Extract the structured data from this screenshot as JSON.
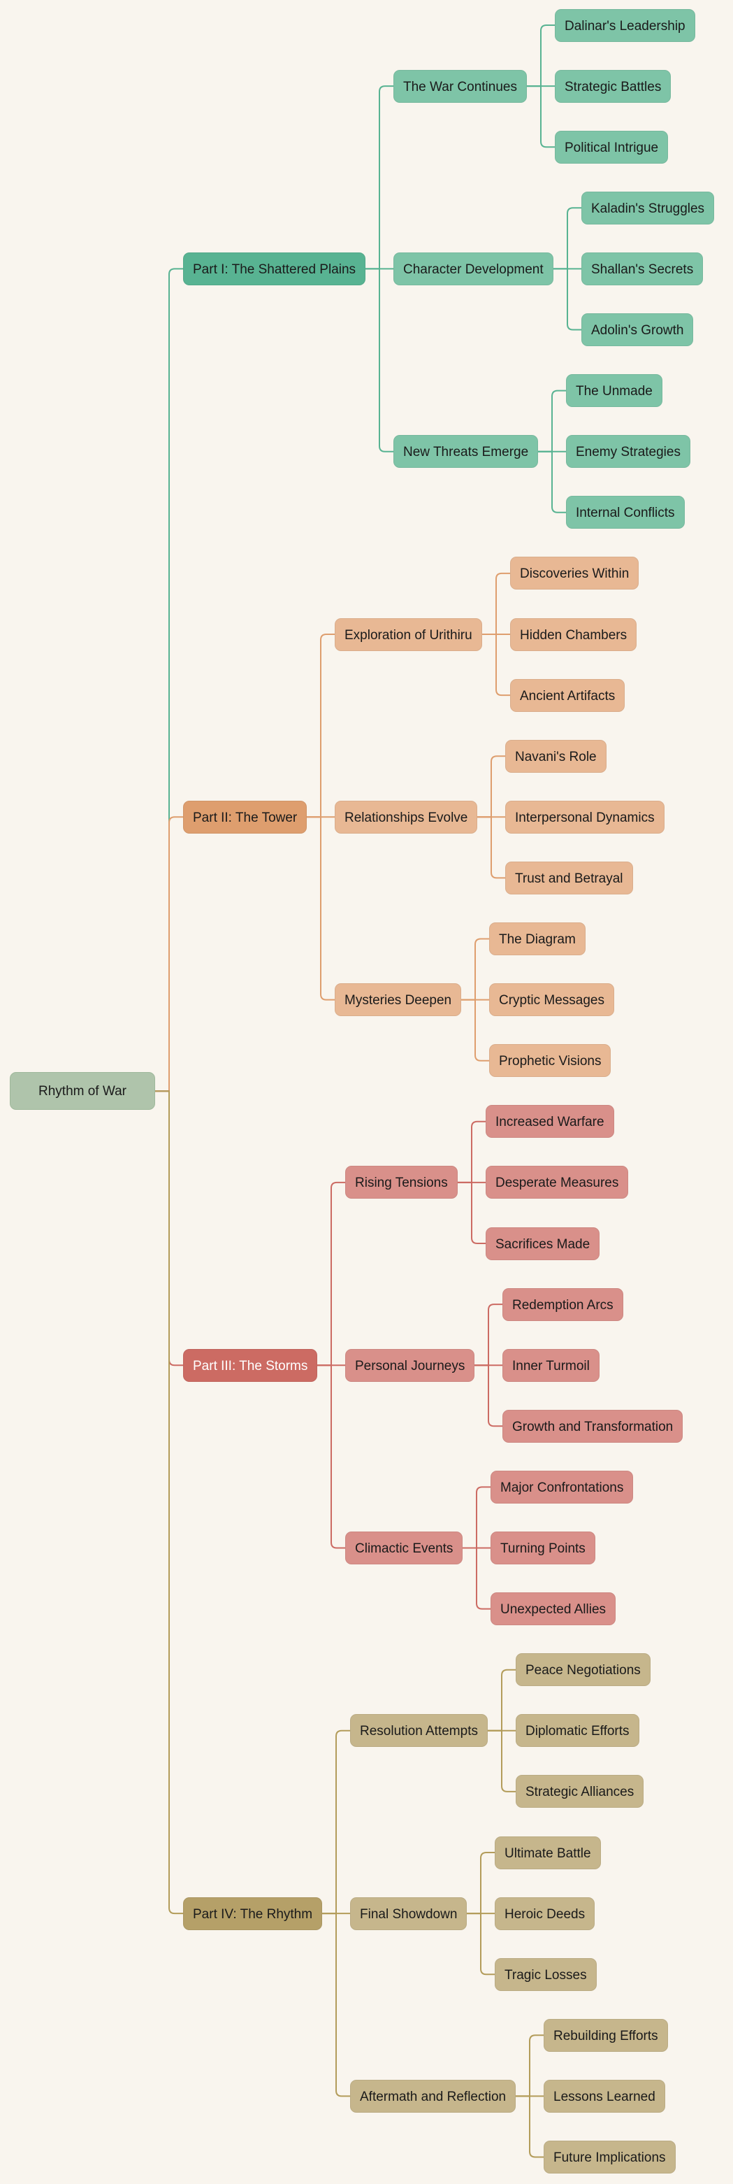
{
  "root": {
    "label": "Rhythm of War",
    "color": "#afc4ab",
    "border": "#9fb89b",
    "line": "#a8824f"
  },
  "parts": [
    {
      "label": "Part I: The Shattered Plains",
      "color": "#58b392",
      "sub_color": "#7ec4a7",
      "line": "#58b392",
      "text_color": "#1a1a1a",
      "children": [
        {
          "label": "The War Continues",
          "children": [
            "Dalinar's Leadership",
            "Strategic Battles",
            "Political Intrigue"
          ]
        },
        {
          "label": "Character Development",
          "children": [
            "Kaladin's Struggles",
            "Shallan's Secrets",
            "Adolin's Growth"
          ]
        },
        {
          "label": "New Threats Emerge",
          "children": [
            "The Unmade",
            "Enemy Strategies",
            "Internal Conflicts"
          ]
        }
      ]
    },
    {
      "label": "Part II: The Tower",
      "color": "#de9e6e",
      "sub_color": "#e8b894",
      "line": "#de9e6e",
      "text_color": "#1a1a1a",
      "children": [
        {
          "label": "Exploration of Urithiru",
          "children": [
            "Discoveries Within",
            "Hidden Chambers",
            "Ancient Artifacts"
          ]
        },
        {
          "label": "Relationships Evolve",
          "children": [
            "Navani's Role",
            "Interpersonal Dynamics",
            "Trust and Betrayal"
          ]
        },
        {
          "label": "Mysteries Deepen",
          "children": [
            "The Diagram",
            "Cryptic Messages",
            "Prophetic Visions"
          ]
        }
      ]
    },
    {
      "label": "Part III: The Storms",
      "color": "#cc6b63",
      "sub_color": "#d9908a",
      "line": "#cc6b63",
      "text_color": "#ffffff",
      "children": [
        {
          "label": "Rising Tensions",
          "children": [
            "Increased Warfare",
            "Desperate Measures",
            "Sacrifices Made"
          ]
        },
        {
          "label": "Personal Journeys",
          "children": [
            "Redemption Arcs",
            "Inner Turmoil",
            "Growth and Transformation"
          ]
        },
        {
          "label": "Climactic Events",
          "children": [
            "Major Confrontations",
            "Turning Points",
            "Unexpected Allies"
          ]
        }
      ]
    },
    {
      "label": "Part IV: The Rhythm",
      "color": "#b5a068",
      "sub_color": "#c6b68c",
      "line": "#b39c5a",
      "text_color": "#1a1a1a",
      "children": [
        {
          "label": "Resolution Attempts",
          "children": [
            "Peace Negotiations",
            "Diplomatic Efforts",
            "Strategic Alliances"
          ]
        },
        {
          "label": "Final Showdown",
          "children": [
            "Ultimate Battle",
            "Heroic Deeds",
            "Tragic Losses"
          ]
        },
        {
          "label": "Aftermath and Reflection",
          "children": [
            "Rebuilding Efforts",
            "Lessons Learned",
            "Future Implications"
          ]
        }
      ]
    }
  ]
}
